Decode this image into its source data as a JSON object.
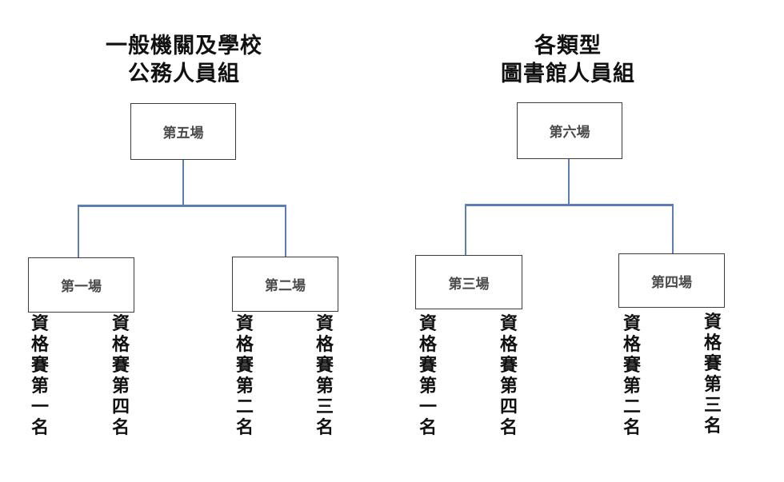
{
  "left_group": {
    "title_line1": "一般機關及學校",
    "title_line2": "公務人員組",
    "final_match": "第五場",
    "match_a": "第一場",
    "match_b": "第二場",
    "seeds": [
      "資格賽第一名",
      "資格賽第四名",
      "資格賽第二名",
      "資格賽第三名"
    ]
  },
  "right_group": {
    "title_line1": "各類型",
    "title_line2": "圖書館人員組",
    "final_match": "第六場",
    "match_a": "第三場",
    "match_b": "第四場",
    "seeds": [
      "資格賽第一名",
      "資格賽第四名",
      "資格賽第二名",
      "資格賽第三名"
    ]
  },
  "colors": {
    "connector": "#5b7fb5",
    "box_border": "#3c3c3c",
    "box_text": "#4a4a4a"
  }
}
